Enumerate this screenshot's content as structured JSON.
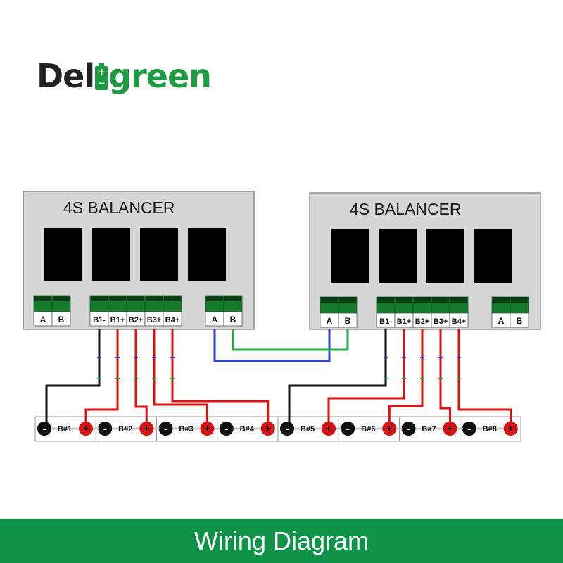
{
  "logo": {
    "part1": "Del",
    "part2": "green",
    "icon": "battery-icon",
    "colors": {
      "dark": "#222222",
      "green": "#1e9a43"
    }
  },
  "balancers": [
    {
      "title": "4S BALANCER",
      "left_port": [
        "A",
        "B"
      ],
      "balance_port": [
        "B1-",
        "B1+",
        "B2+",
        "B3+",
        "B4+"
      ],
      "right_port": [
        "A",
        "B"
      ]
    },
    {
      "title": "4S BALANCER",
      "left_port": [
        "A",
        "B"
      ],
      "balance_port": [
        "B1-",
        "B1+",
        "B2+",
        "B3+",
        "B4+"
      ],
      "right_port": [
        "A",
        "B"
      ]
    }
  ],
  "batteries": [
    "B#1",
    "B#2",
    "B#3",
    "B#4",
    "B#5",
    "B#6",
    "B#7",
    "B#8"
  ],
  "terminals": {
    "negative": "-",
    "positive": "+"
  },
  "wire_colors": {
    "negative": "#111111",
    "positive": "#dd1111",
    "link_a": "#3344cc",
    "link_b": "#22aa44"
  },
  "footer": {
    "title": "Wiring Diagram",
    "background": "#0f9348"
  }
}
